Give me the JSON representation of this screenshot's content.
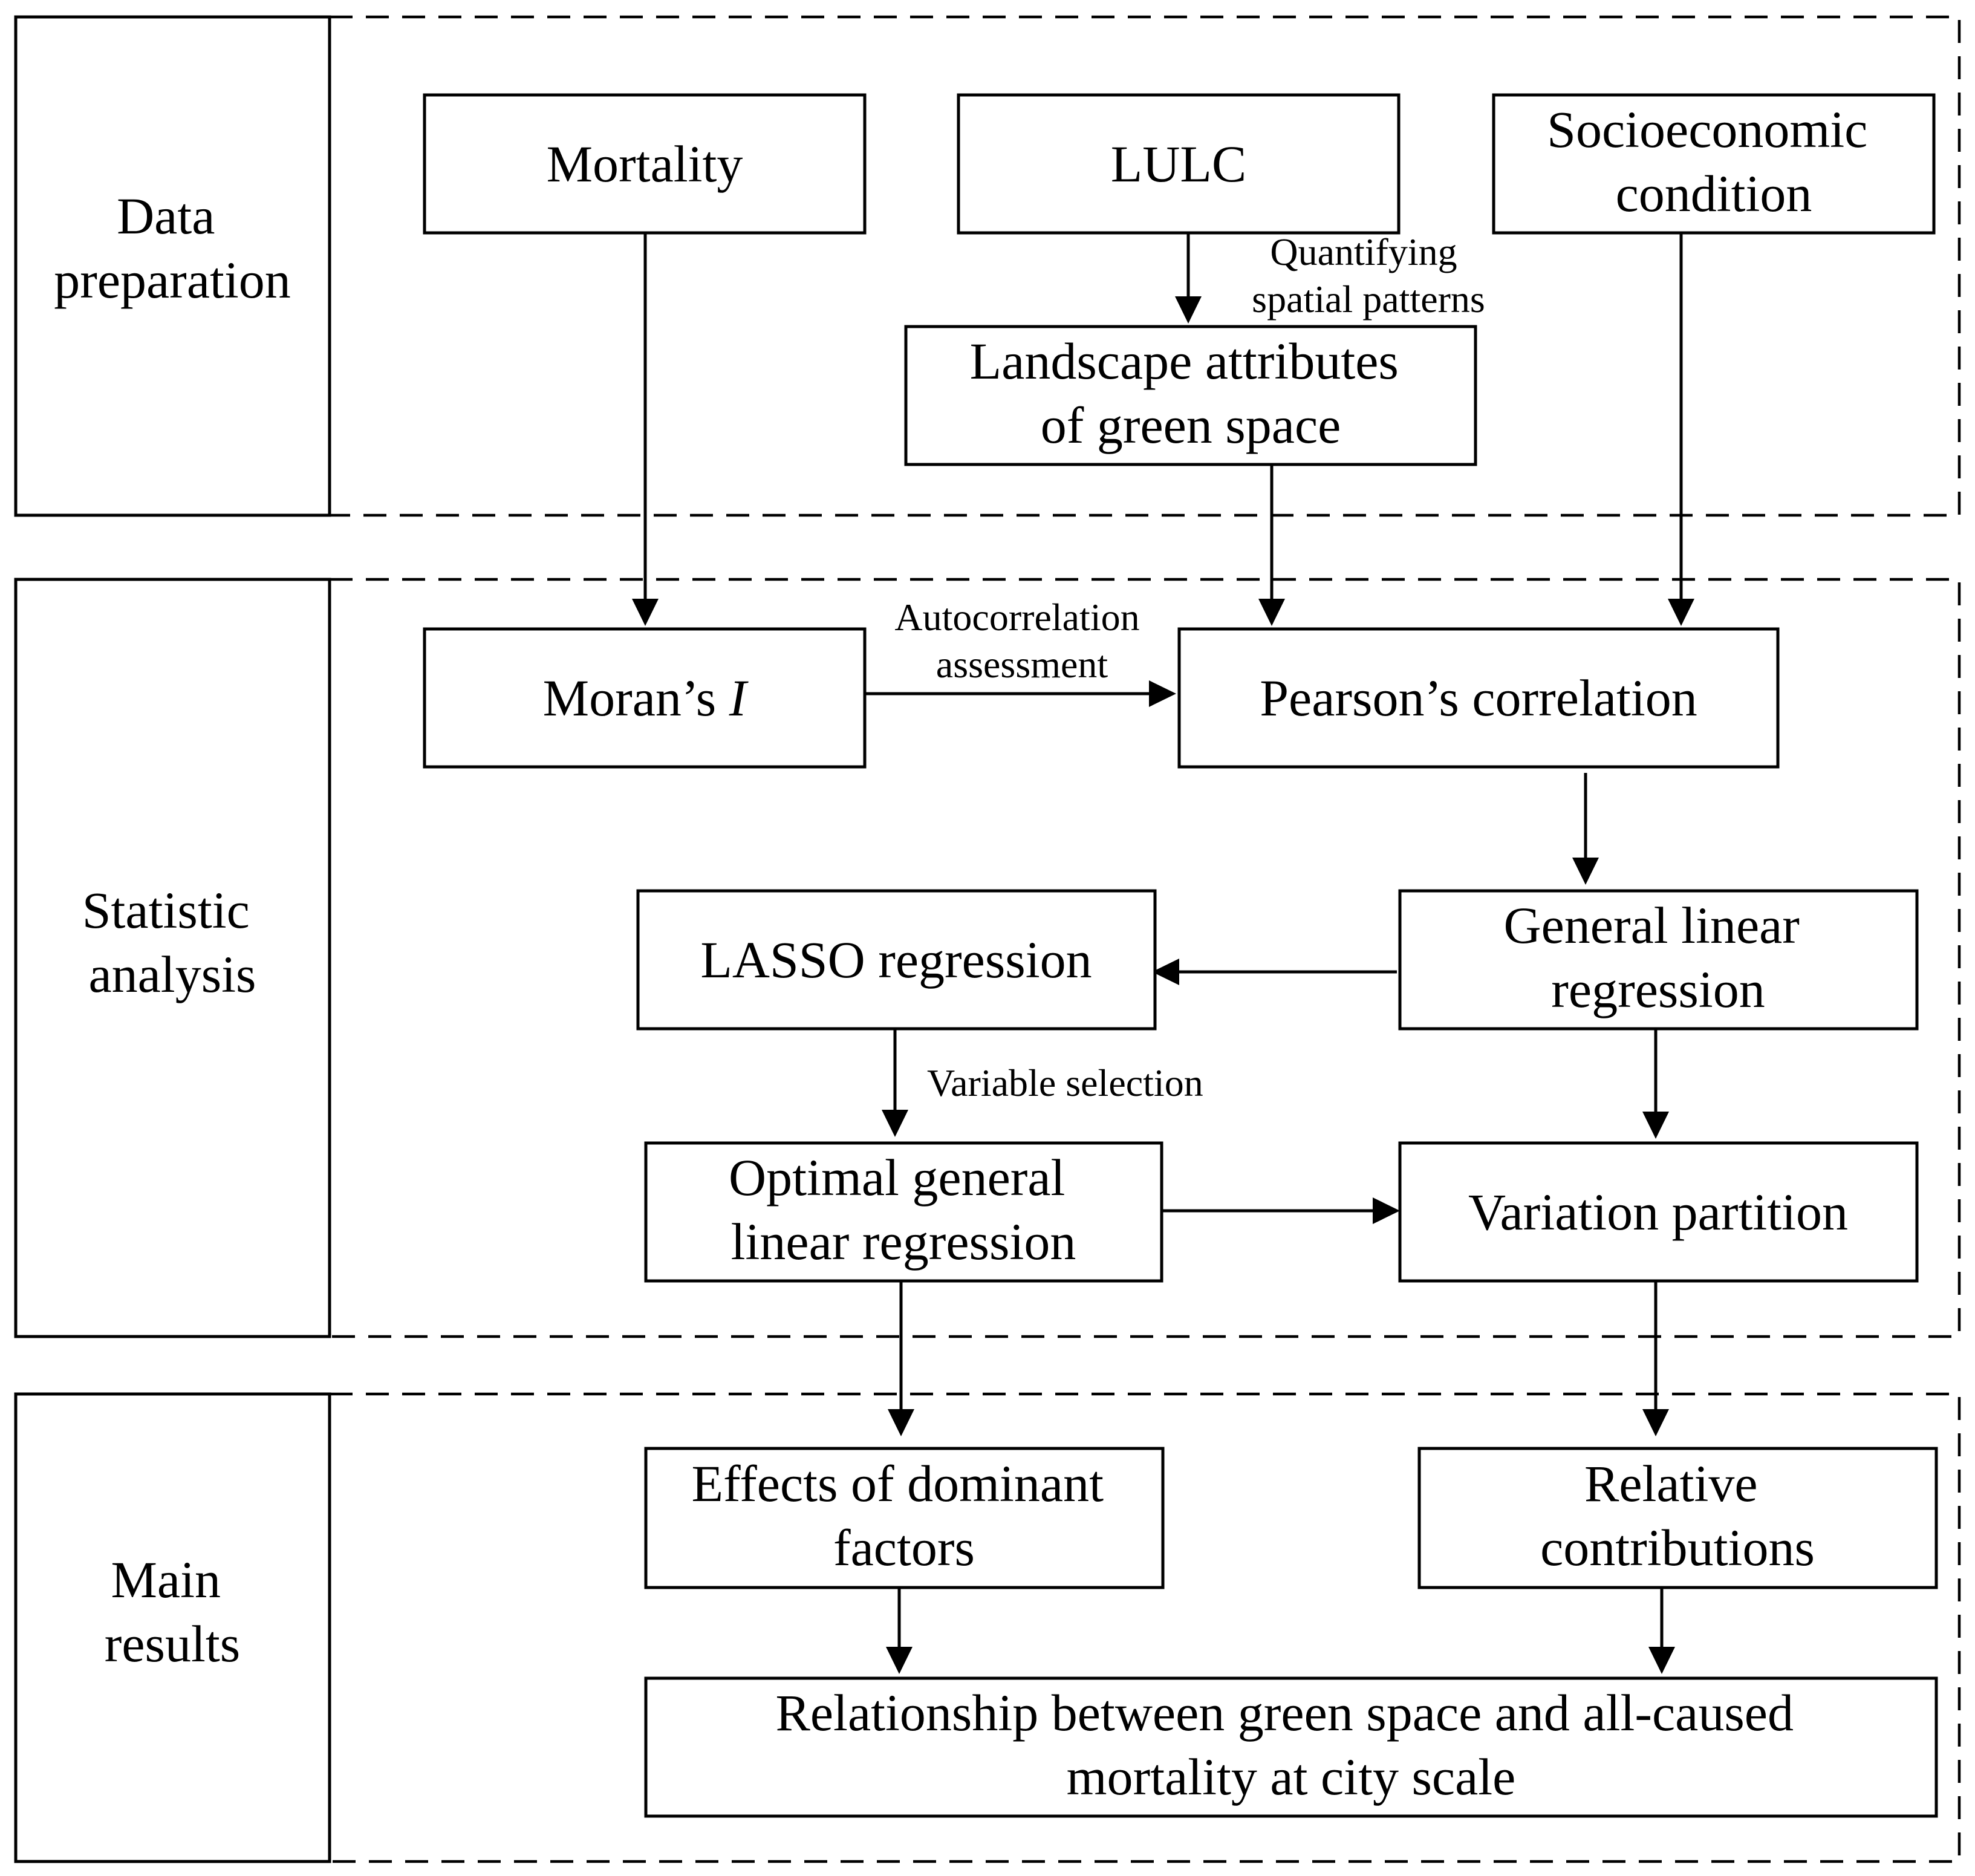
{
  "sections": {
    "data_preparation": [
      "Data",
      "preparation"
    ],
    "statistic_analysis": [
      "Statistic",
      "analysis"
    ],
    "main_results": [
      "Main",
      "results"
    ]
  },
  "nodes": {
    "mortality": [
      "Mortality"
    ],
    "lulc": [
      "LULC"
    ],
    "socioeconomic": [
      "Socioeconomic",
      "condition"
    ],
    "landscape": [
      "Landscape attributes",
      "of green space"
    ],
    "morans_prefix": "Moran’s ",
    "morans_italic": "I",
    "pearson": [
      "Pearson’s correlation"
    ],
    "lasso": [
      "LASSO regression"
    ],
    "general_linear": [
      "General linear",
      "regression"
    ],
    "optimal": [
      "Optimal general",
      "linear regression"
    ],
    "variation": [
      "Variation partition"
    ],
    "effects": [
      "Effects of dominant",
      "factors"
    ],
    "relative": [
      "Relative",
      "contributions"
    ],
    "relationship": [
      "Relationship between green space and all-caused",
      "mortality at city scale"
    ]
  },
  "edge_labels": {
    "quantifying": [
      "Quantifying",
      "spatial patterns"
    ],
    "autocorrelation": [
      "Autocorrelation",
      "assessment"
    ],
    "variable_selection": [
      "Variable selection"
    ]
  }
}
